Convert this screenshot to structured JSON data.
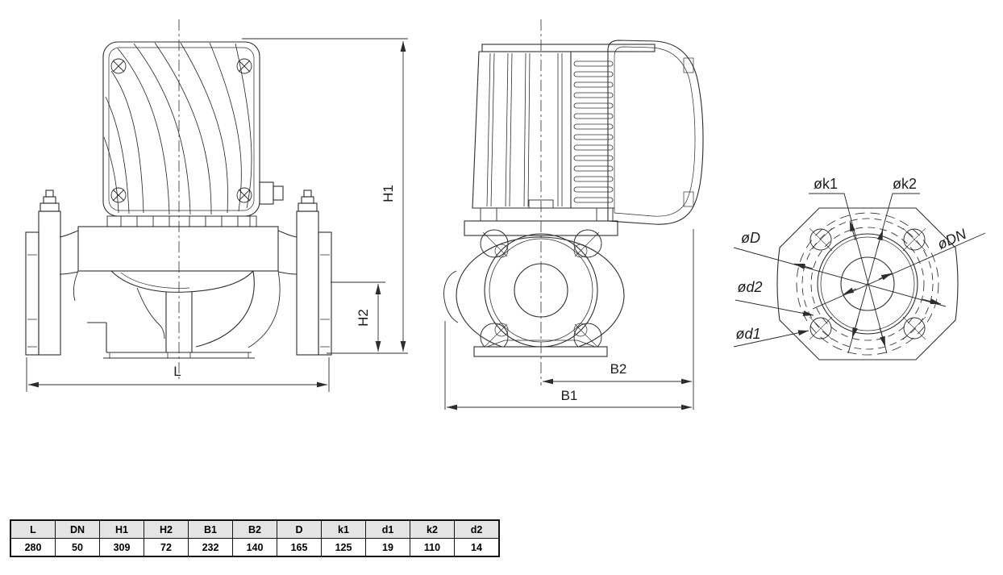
{
  "drawing": {
    "dim_labels": {
      "H1": "H1",
      "H2": "H2",
      "L": "L",
      "B1": "B1",
      "B2": "B2"
    },
    "flange_labels": {
      "k1": "øk1",
      "k2": "øk2",
      "D": "øD",
      "DN": "øDN",
      "d2": "ød2",
      "d1": "ød1"
    }
  },
  "table": {
    "headers": [
      "L",
      "DN",
      "H1",
      "H2",
      "B1",
      "B2",
      "D",
      "k1",
      "d1",
      "k2",
      "d2"
    ],
    "values": [
      "280",
      "50",
      "309",
      "72",
      "232",
      "140",
      "165",
      "125",
      "19",
      "110",
      "14"
    ]
  },
  "colors": {
    "line": "#2d2d2d",
    "table_border": "#141414",
    "table_header_bg": "#e4e4e4",
    "background": "#ffffff"
  }
}
